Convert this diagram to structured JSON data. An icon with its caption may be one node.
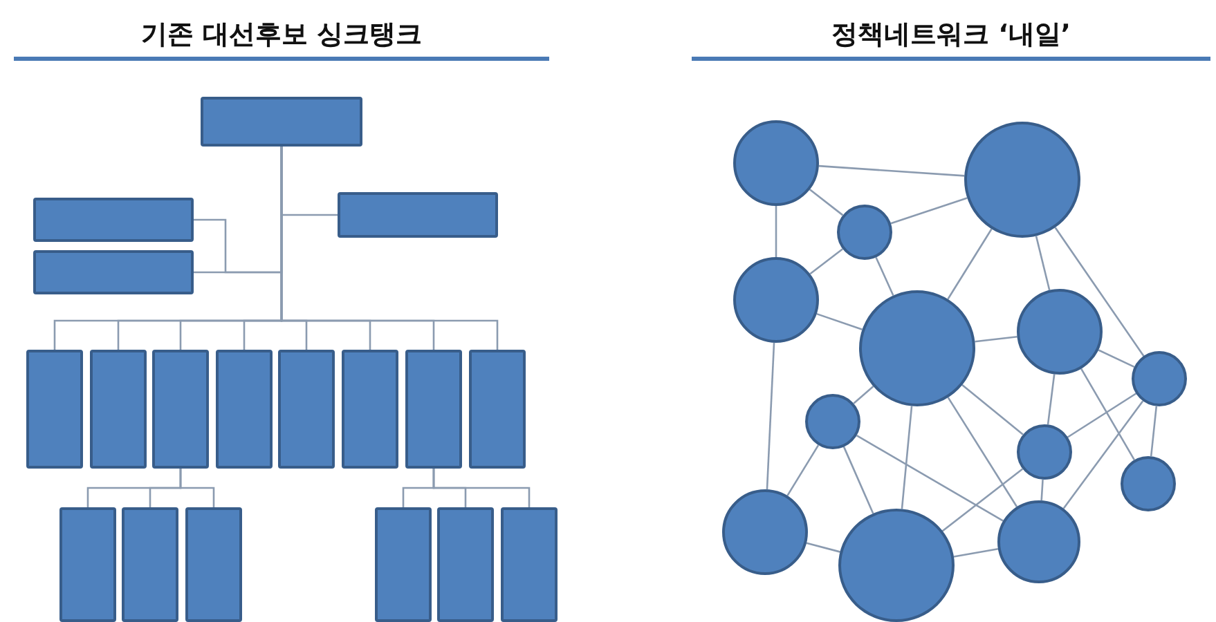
{
  "diagram": {
    "nodes": [
      {
        "text": [],
        "shape": "box"
      },
      {
        "text": [],
        "shape": "box"
      },
      {
        "text": [],
        "shape": "box"
      },
      {
        "text": [],
        "shape": "box"
      },
      {
        "text": [],
        "shape": "box"
      },
      {
        "text": [],
        "shape": "box"
      },
      {
        "text": [],
        "shape": "box"
      },
      {
        "text": [],
        "shape": "box"
      },
      {
        "text": [],
        "shape": "box"
      },
      {
        "text": [],
        "shape": "box"
      },
      {
        "text": [],
        "shape": "box"
      },
      {
        "text": [],
        "shape": "box"
      },
      {
        "text": [],
        "shape": "box"
      },
      {
        "text": [],
        "shape": "box"
      },
      {
        "text": [],
        "shape": "box"
      },
      {
        "text": [],
        "shape": "box"
      },
      {
        "text": [],
        "shape": "box"
      },
      {
        "text": [],
        "shape": "box"
      },
      {
        "text": [],
        "shape": "circle"
      },
      {
        "text": [],
        "shape": "circle"
      },
      {
        "text": [],
        "shape": "circle"
      },
      {
        "text": [],
        "shape": "circle"
      },
      {
        "text": [],
        "shape": "circle"
      },
      {
        "text": [],
        "shape": "circle"
      },
      {
        "text": [],
        "shape": "circle"
      },
      {
        "text": [],
        "shape": "circle"
      },
      {
        "text": [],
        "shape": "circle"
      },
      {
        "text": [],
        "shape": "circle"
      },
      {
        "text": [],
        "shape": "circle"
      },
      {
        "text": [],
        "shape": "circle"
      },
      {
        "text": [],
        "shape": "circle"
      }
    ],
    "edges": [
      {
        "from": 0,
        "to": 1,
        "arrow": "none"
      },
      {
        "from": 0,
        "to": 2,
        "arrow": "none"
      },
      {
        "from": 0,
        "to": 3,
        "arrow": "none"
      },
      {
        "from": 0,
        "to": 4,
        "arrow": "none"
      },
      {
        "from": 0,
        "to": 5,
        "arrow": "none"
      },
      {
        "from": 0,
        "to": 6,
        "arrow": "none"
      },
      {
        "from": 0,
        "to": 7,
        "arrow": "none"
      },
      {
        "from": 0,
        "to": 8,
        "arrow": "none"
      },
      {
        "from": 0,
        "to": 9,
        "arrow": "none"
      },
      {
        "from": 0,
        "to": 10,
        "arrow": "none"
      },
      {
        "from": 0,
        "to": 11,
        "arrow": "none"
      },
      {
        "from": 6,
        "to": 12,
        "arrow": "none"
      },
      {
        "from": 6,
        "to": 13,
        "arrow": "none"
      },
      {
        "from": 6,
        "to": 14,
        "arrow": "none"
      },
      {
        "from": 10,
        "to": 15,
        "arrow": "none"
      },
      {
        "from": 10,
        "to": 16,
        "arrow": "none"
      },
      {
        "from": 10,
        "to": 17,
        "arrow": "none"
      },
      {
        "from": 18,
        "to": 19,
        "arrow": "none"
      },
      {
        "from": 18,
        "to": 20,
        "arrow": "none"
      },
      {
        "from": 18,
        "to": 21,
        "arrow": "none"
      },
      {
        "from": 20,
        "to": 19,
        "arrow": "none"
      },
      {
        "from": 20,
        "to": 21,
        "arrow": "none"
      },
      {
        "from": 20,
        "to": 22,
        "arrow": "none"
      },
      {
        "from": 19,
        "to": 22,
        "arrow": "none"
      },
      {
        "from": 19,
        "to": 23,
        "arrow": "none"
      },
      {
        "from": 19,
        "to": 24,
        "arrow": "none"
      },
      {
        "from": 21,
        "to": 22,
        "arrow": "none"
      },
      {
        "from": 21,
        "to": 28,
        "arrow": "none"
      },
      {
        "from": 22,
        "to": 23,
        "arrow": "none"
      },
      {
        "from": 22,
        "to": 25,
        "arrow": "none"
      },
      {
        "from": 22,
        "to": 29,
        "arrow": "none"
      },
      {
        "from": 22,
        "to": 26,
        "arrow": "none"
      },
      {
        "from": 22,
        "to": 30,
        "arrow": "none"
      },
      {
        "from": 23,
        "to": 24,
        "arrow": "none"
      },
      {
        "from": 23,
        "to": 26,
        "arrow": "none"
      },
      {
        "from": 23,
        "to": 27,
        "arrow": "none"
      },
      {
        "from": 24,
        "to": 26,
        "arrow": "none"
      },
      {
        "from": 24,
        "to": 27,
        "arrow": "none"
      },
      {
        "from": 24,
        "to": 30,
        "arrow": "none"
      },
      {
        "from": 25,
        "to": 28,
        "arrow": "none"
      },
      {
        "from": 25,
        "to": 29,
        "arrow": "none"
      },
      {
        "from": 25,
        "to": 30,
        "arrow": "none"
      },
      {
        "from": 26,
        "to": 29,
        "arrow": "none"
      },
      {
        "from": 26,
        "to": 30,
        "arrow": "none"
      },
      {
        "from": 28,
        "to": 29,
        "arrow": "none"
      },
      {
        "from": 29,
        "to": 30,
        "arrow": "none"
      }
    ],
    "labels": [
      "기존 대선후보 싱크탱크",
      "정책네트워크 ‘내일’"
    ]
  }
}
